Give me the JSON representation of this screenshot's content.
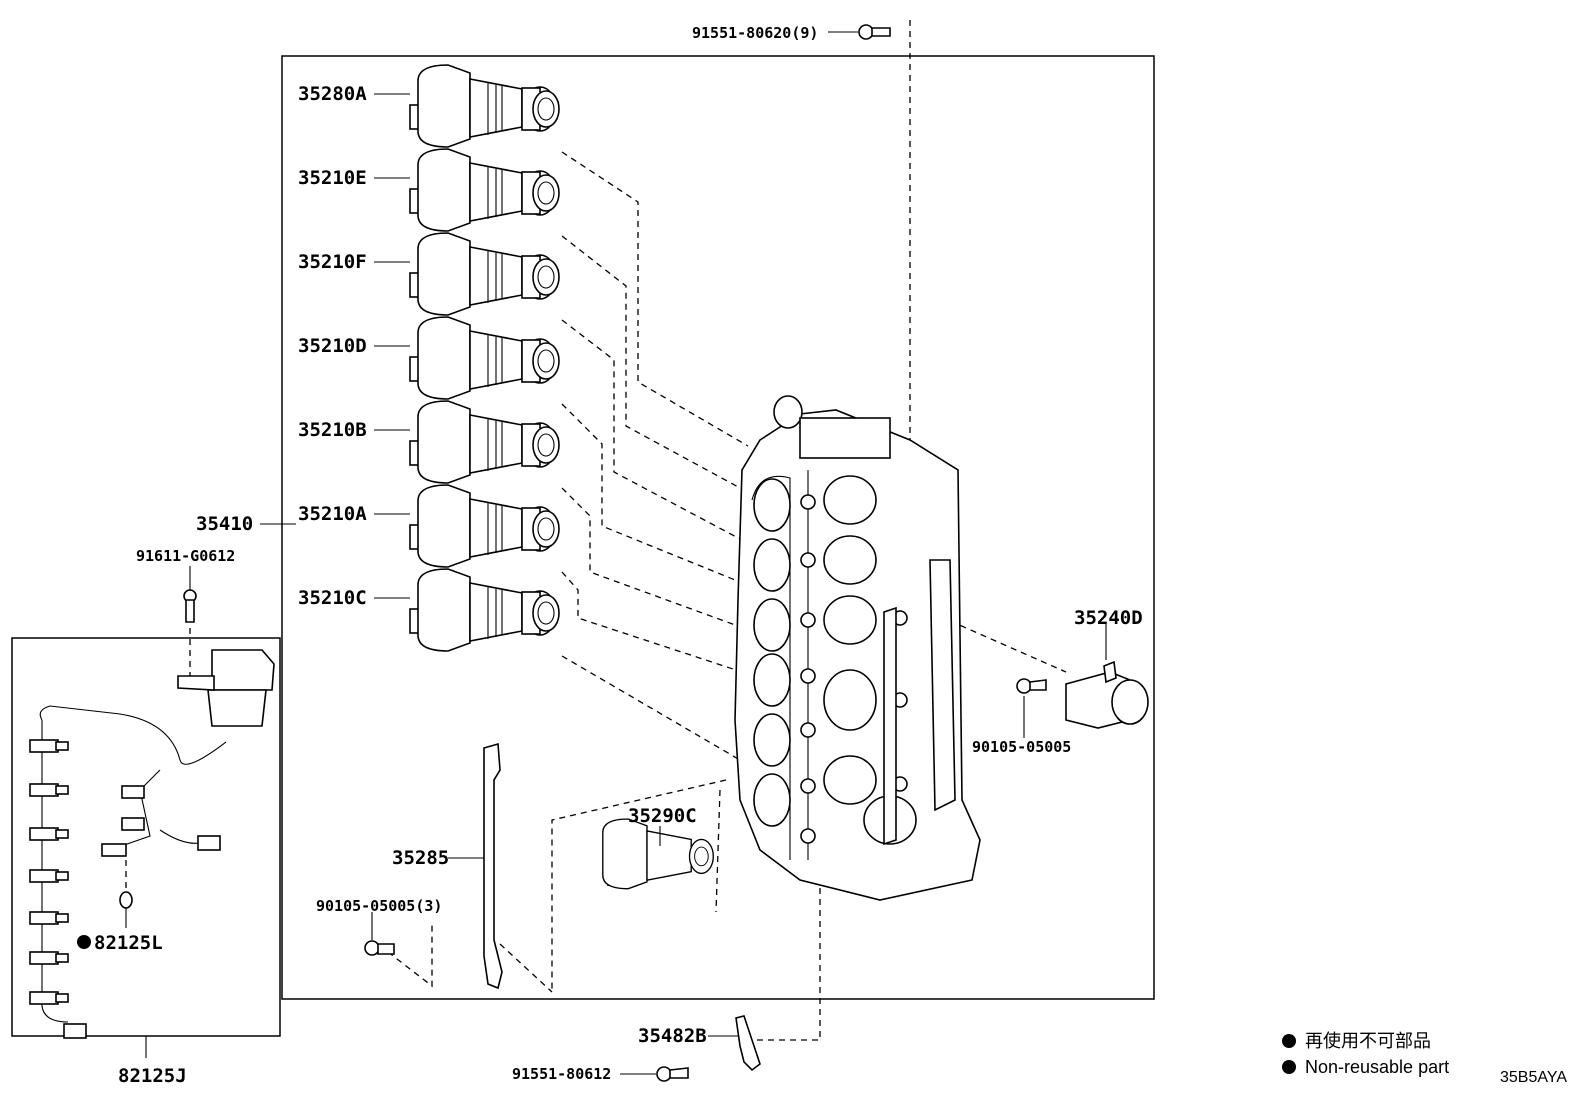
{
  "labels": {
    "p35280A": "35280A",
    "p35210E": "35210E",
    "p35210F": "35210F",
    "p35210D": "35210D",
    "p35210B": "35210B",
    "p35210A": "35210A",
    "p35210C": "35210C",
    "p35410": "35410",
    "p91611": "91611-G0612",
    "p91551_top": "91551-80620(9)",
    "p35240D": "35240D",
    "p90105_right": "90105-05005",
    "p35290C": "35290C",
    "p35285": "35285",
    "p90105_bottom": "90105-05005(3)",
    "p35482B": "35482B",
    "p91551_bottom": "91551-80612",
    "p82125L": "82125L",
    "p82125J": "82125J"
  },
  "legend": {
    "cn": "再使用不可部品",
    "en": "Non-reusable part"
  },
  "diagram_code": "35B5AYA"
}
